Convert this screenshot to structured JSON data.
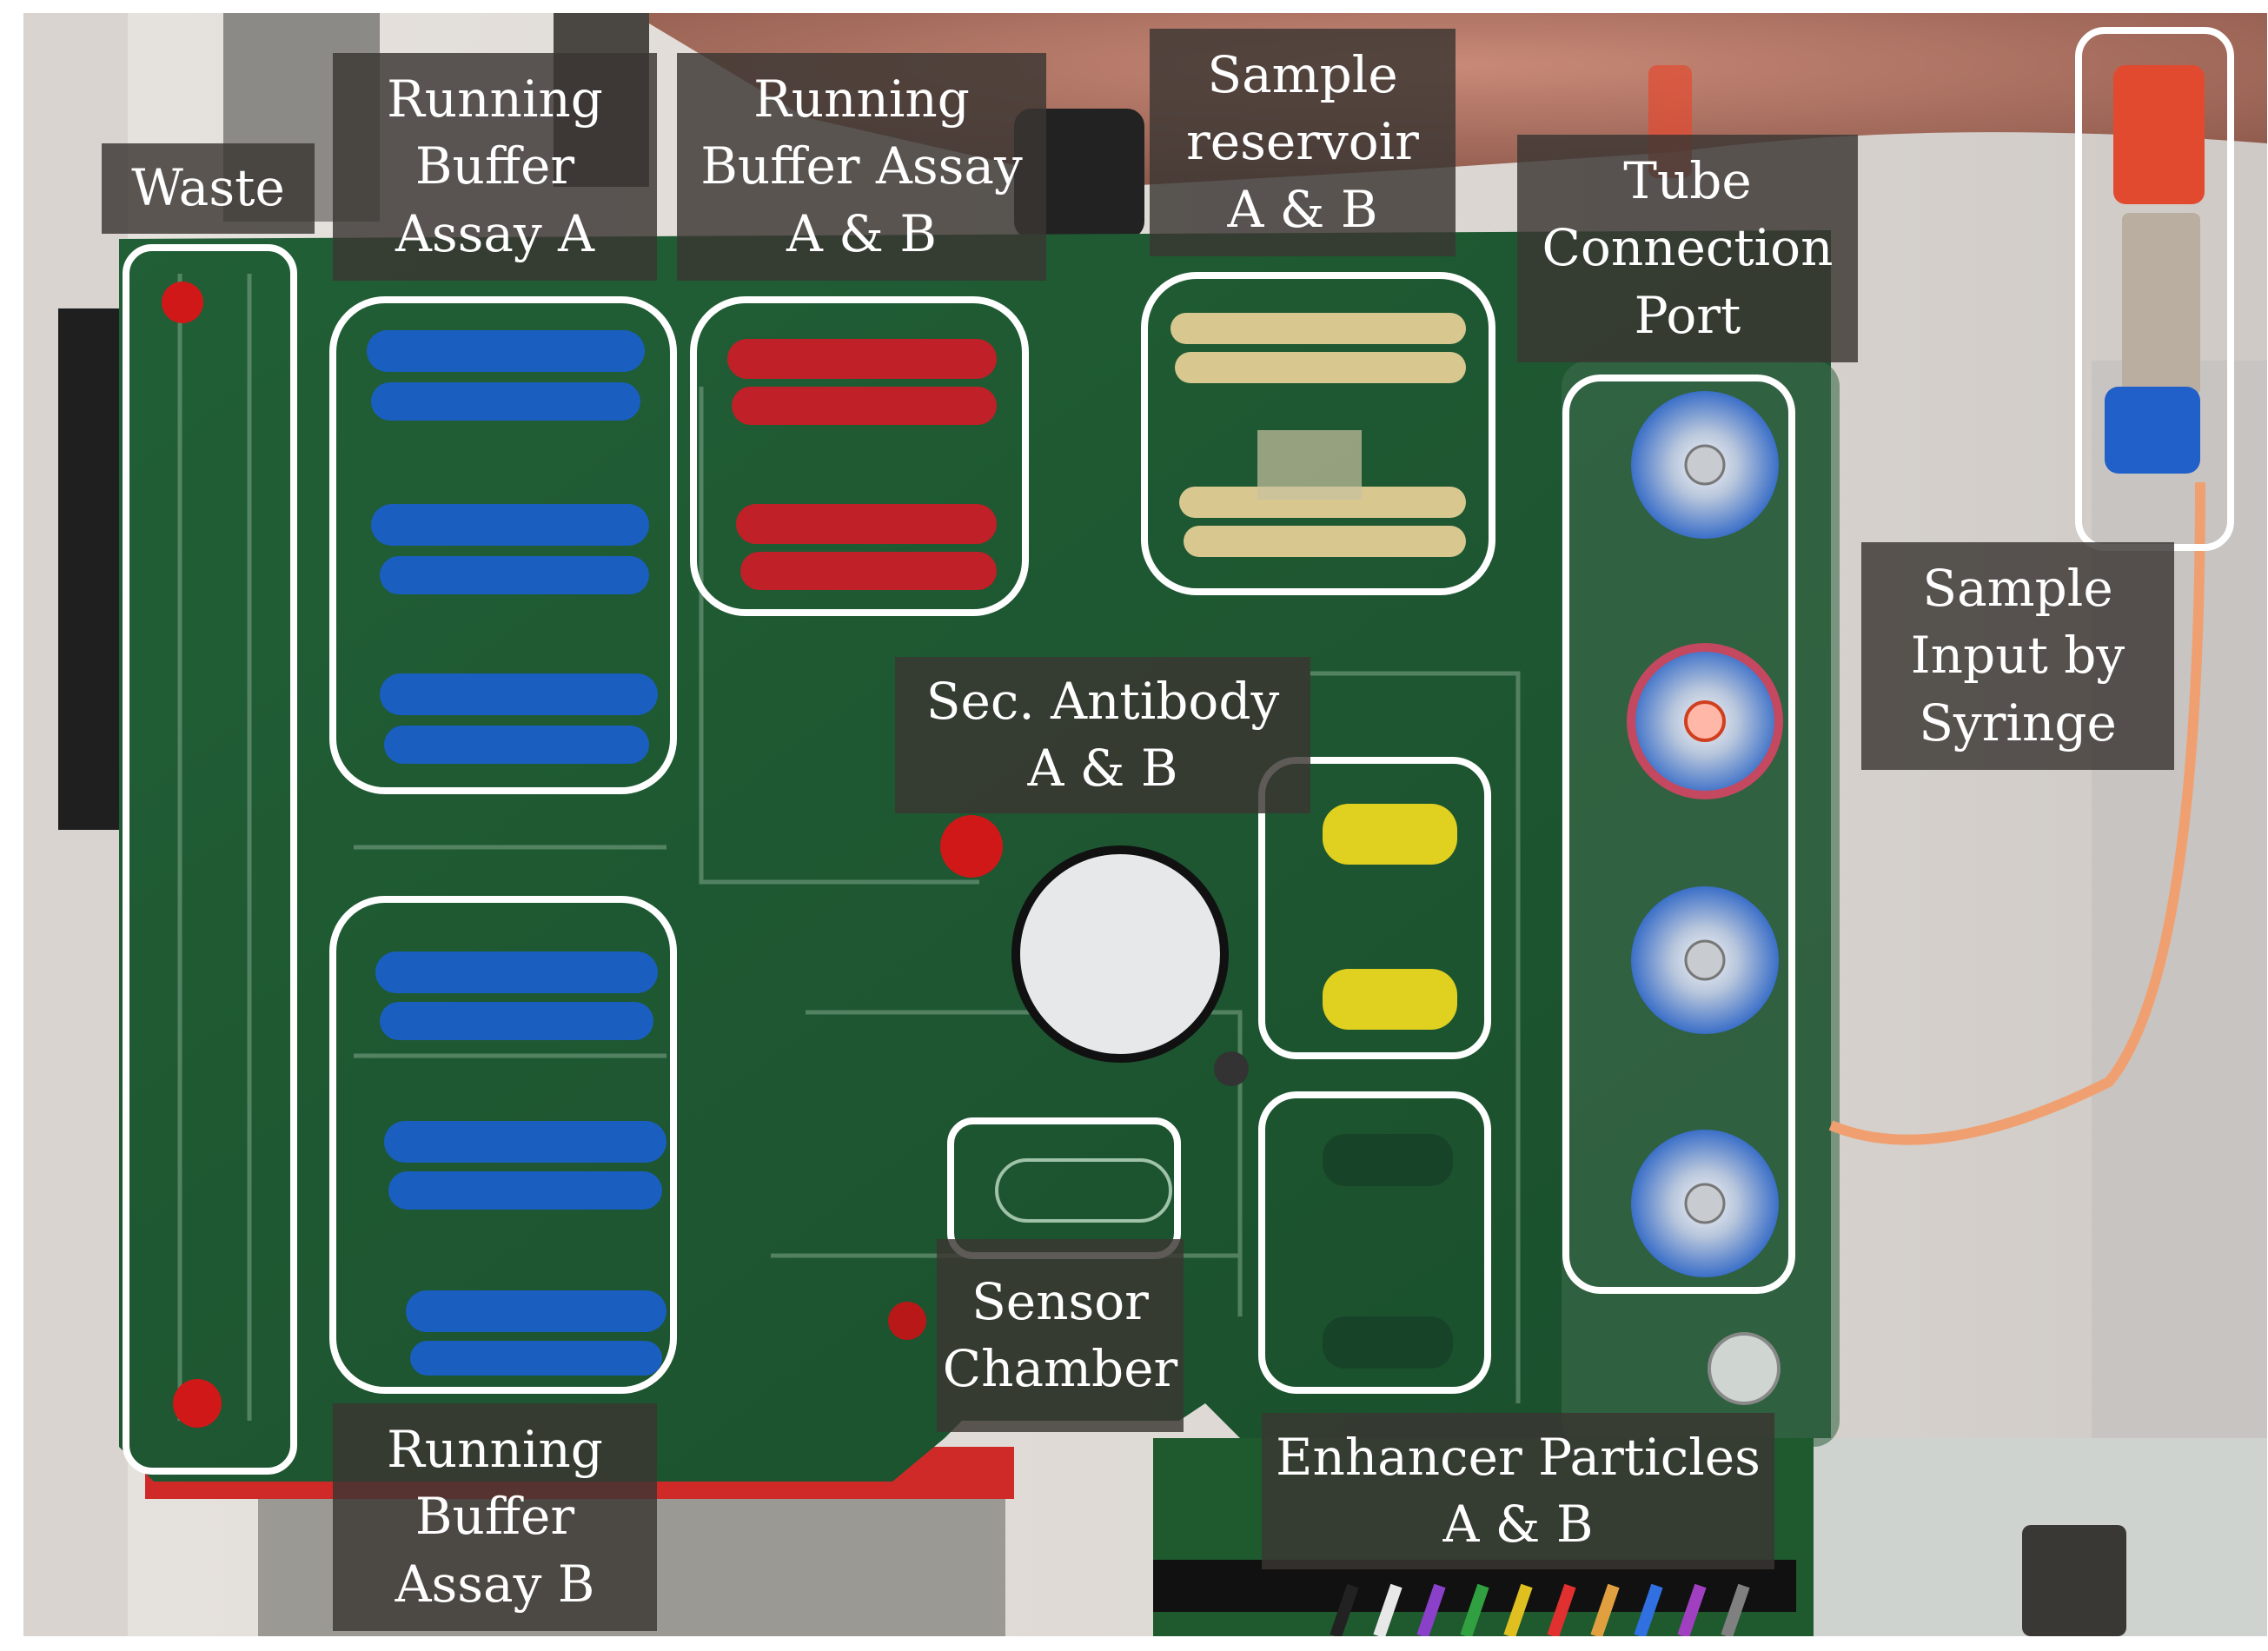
{
  "figure": {
    "description_free": true,
    "colors": {
      "board": "#1d5b30",
      "frame_outline": "#ffffff",
      "label_bg": "#3a3632",
      "buffer_blue": "#1a5ec0",
      "buffer_red": "#c02028",
      "sample_gold": "#d8c890",
      "enhancer_yellow": "#e0d020"
    }
  },
  "labels": {
    "waste": [
      "Waste"
    ],
    "running_buffer_a": [
      "Running",
      "Buffer",
      "Assay A"
    ],
    "running_buffer_ab": [
      "Running",
      "Buffer Assay",
      "A & B"
    ],
    "sample_reservoir": [
      "Sample",
      "reservoir",
      "A & B"
    ],
    "tube_connection": [
      "Tube",
      "Connection",
      "Port"
    ],
    "sample_input": [
      "Sample",
      "Input by",
      "Syringe"
    ],
    "sec_antibody": [
      "Sec. Antibody",
      "A & B"
    ],
    "sensor_chamber": [
      "Sensor",
      "Chamber"
    ],
    "enhancer": [
      "Enhancer Particles",
      "A & B"
    ],
    "running_buffer_b": [
      "Running",
      "Buffer",
      "Assay B"
    ]
  }
}
